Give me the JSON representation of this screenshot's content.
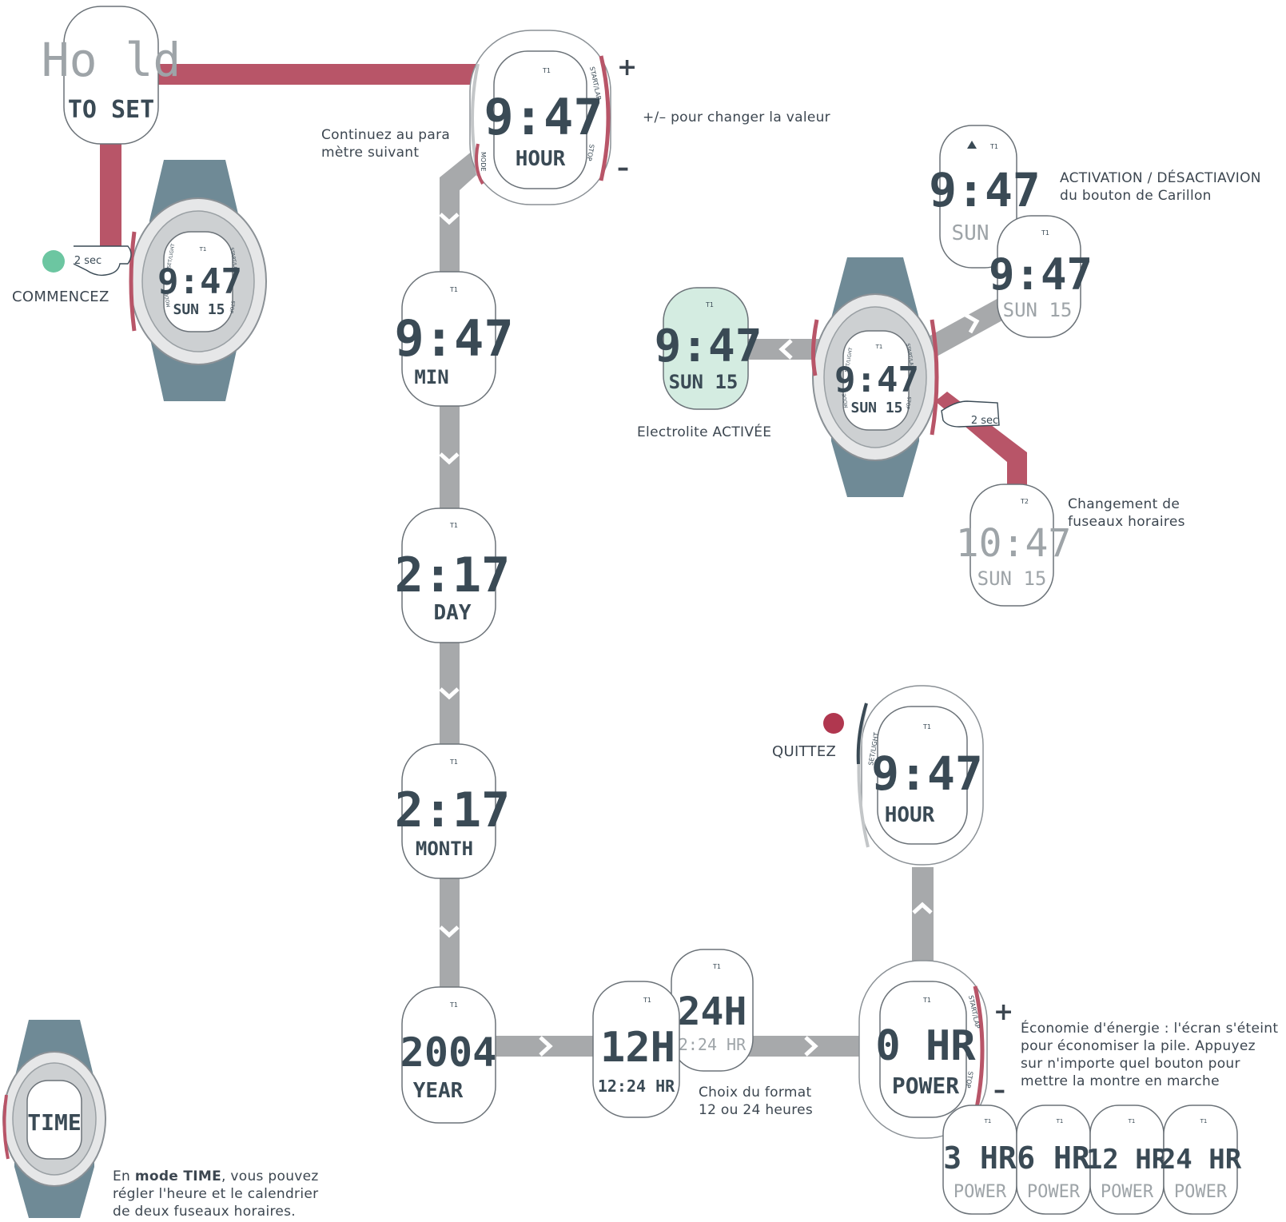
{
  "colors": {
    "accent": "#b85568",
    "path_gray": "#a7a9ab",
    "start_dot": "#6cc6a1",
    "exit_dot": "#b0374f",
    "backlight": "#d4ece1",
    "strap": "#6f8a96",
    "lcd_text": "#3a4a55"
  },
  "intro": {
    "prefix": "En ",
    "bold": "mode TIME",
    "rest": ", vous pouvez",
    "line2": "régler l'heure et le calendrier",
    "line3": "de deux fuseaux horaires."
  },
  "start": {
    "label": "COMMENCEZ",
    "hold_time": "2 sec"
  },
  "quit": {
    "label": "QUITTEZ"
  },
  "captions": {
    "next_param_1": "Continuez au para",
    "next_param_2": "mètre suivant",
    "change_value": "+/– pour changer la valeur",
    "chime_1": "ACTIVATION / DÉSACTIAVION",
    "chime_2": "du bouton de Carillon",
    "backlight": "Electrolite ACTIVÉE",
    "timezone_1": "Changement de",
    "timezone_2": "fuseaux horaires",
    "format_1": "Choix du format",
    "format_2": "12 ou 24 heures",
    "power_1": "Économie d'énergie : l'écran s'éteint",
    "power_2": "pour économiser la pile. Appuyez",
    "power_3": "sur n'importe quel bouton pour",
    "power_4": "mettre la montre en marche",
    "hold_time_2": "2 sec"
  },
  "buttons": {
    "plus": "+",
    "minus": "–",
    "mode": "MODE",
    "start_lap": "START/LAP",
    "stop": "STOP",
    "set_light": "SET/LIGHT"
  },
  "screens": {
    "hold": {
      "top": "Ho ld",
      "bottom": "TO SET"
    },
    "start_watch": {
      "zone": "T1",
      "time": "9:47",
      "sub": "SUN 15"
    },
    "hour": {
      "zone": "T1",
      "time": "9:47",
      "label": "HOUR"
    },
    "min": {
      "zone": "T1",
      "time": "9:47",
      "label": "MIN"
    },
    "day": {
      "zone": "T1",
      "value": "2:17",
      "label": "DAY"
    },
    "month": {
      "zone": "T1",
      "value": "2:17",
      "label": "MONTH"
    },
    "year": {
      "zone": "T1",
      "value": "2004",
      "label": "YEAR"
    },
    "format12": {
      "zone": "T1",
      "value": "12H",
      "sub": "12:24 HR"
    },
    "format24": {
      "zone": "T1",
      "value": "24H",
      "sub": "2:24 HR"
    },
    "power": {
      "zone": "T1",
      "value": "0 HR",
      "label": "POWER"
    },
    "power_options": [
      {
        "zone": "T1",
        "value": "3 HR",
        "label": "POWER"
      },
      {
        "zone": "T1",
        "value": "6 HR",
        "label": "POWER"
      },
      {
        "zone": "T1",
        "value": "12 HR",
        "label": "POWER"
      },
      {
        "zone": "T1",
        "value": "24 HR",
        "label": "POWER"
      }
    ],
    "quit_hour": {
      "zone": "T1",
      "time": "9:47",
      "label": "HOUR"
    },
    "center_watch": {
      "zone": "T1",
      "time": "9:47",
      "sub": "SUN 15"
    },
    "backlight": {
      "zone": "T1",
      "time": "9:47",
      "sub": "SUN 15"
    },
    "chime_on": {
      "zone": "T1",
      "time": "9:47",
      "sub": "SUN"
    },
    "chime_off": {
      "zone": "T1",
      "time": "9:47",
      "sub": "SUN 15"
    },
    "t2": {
      "zone": "T2",
      "time": "10:47",
      "sub": "SUN 15"
    },
    "time_mode": {
      "value": "TIME"
    }
  }
}
